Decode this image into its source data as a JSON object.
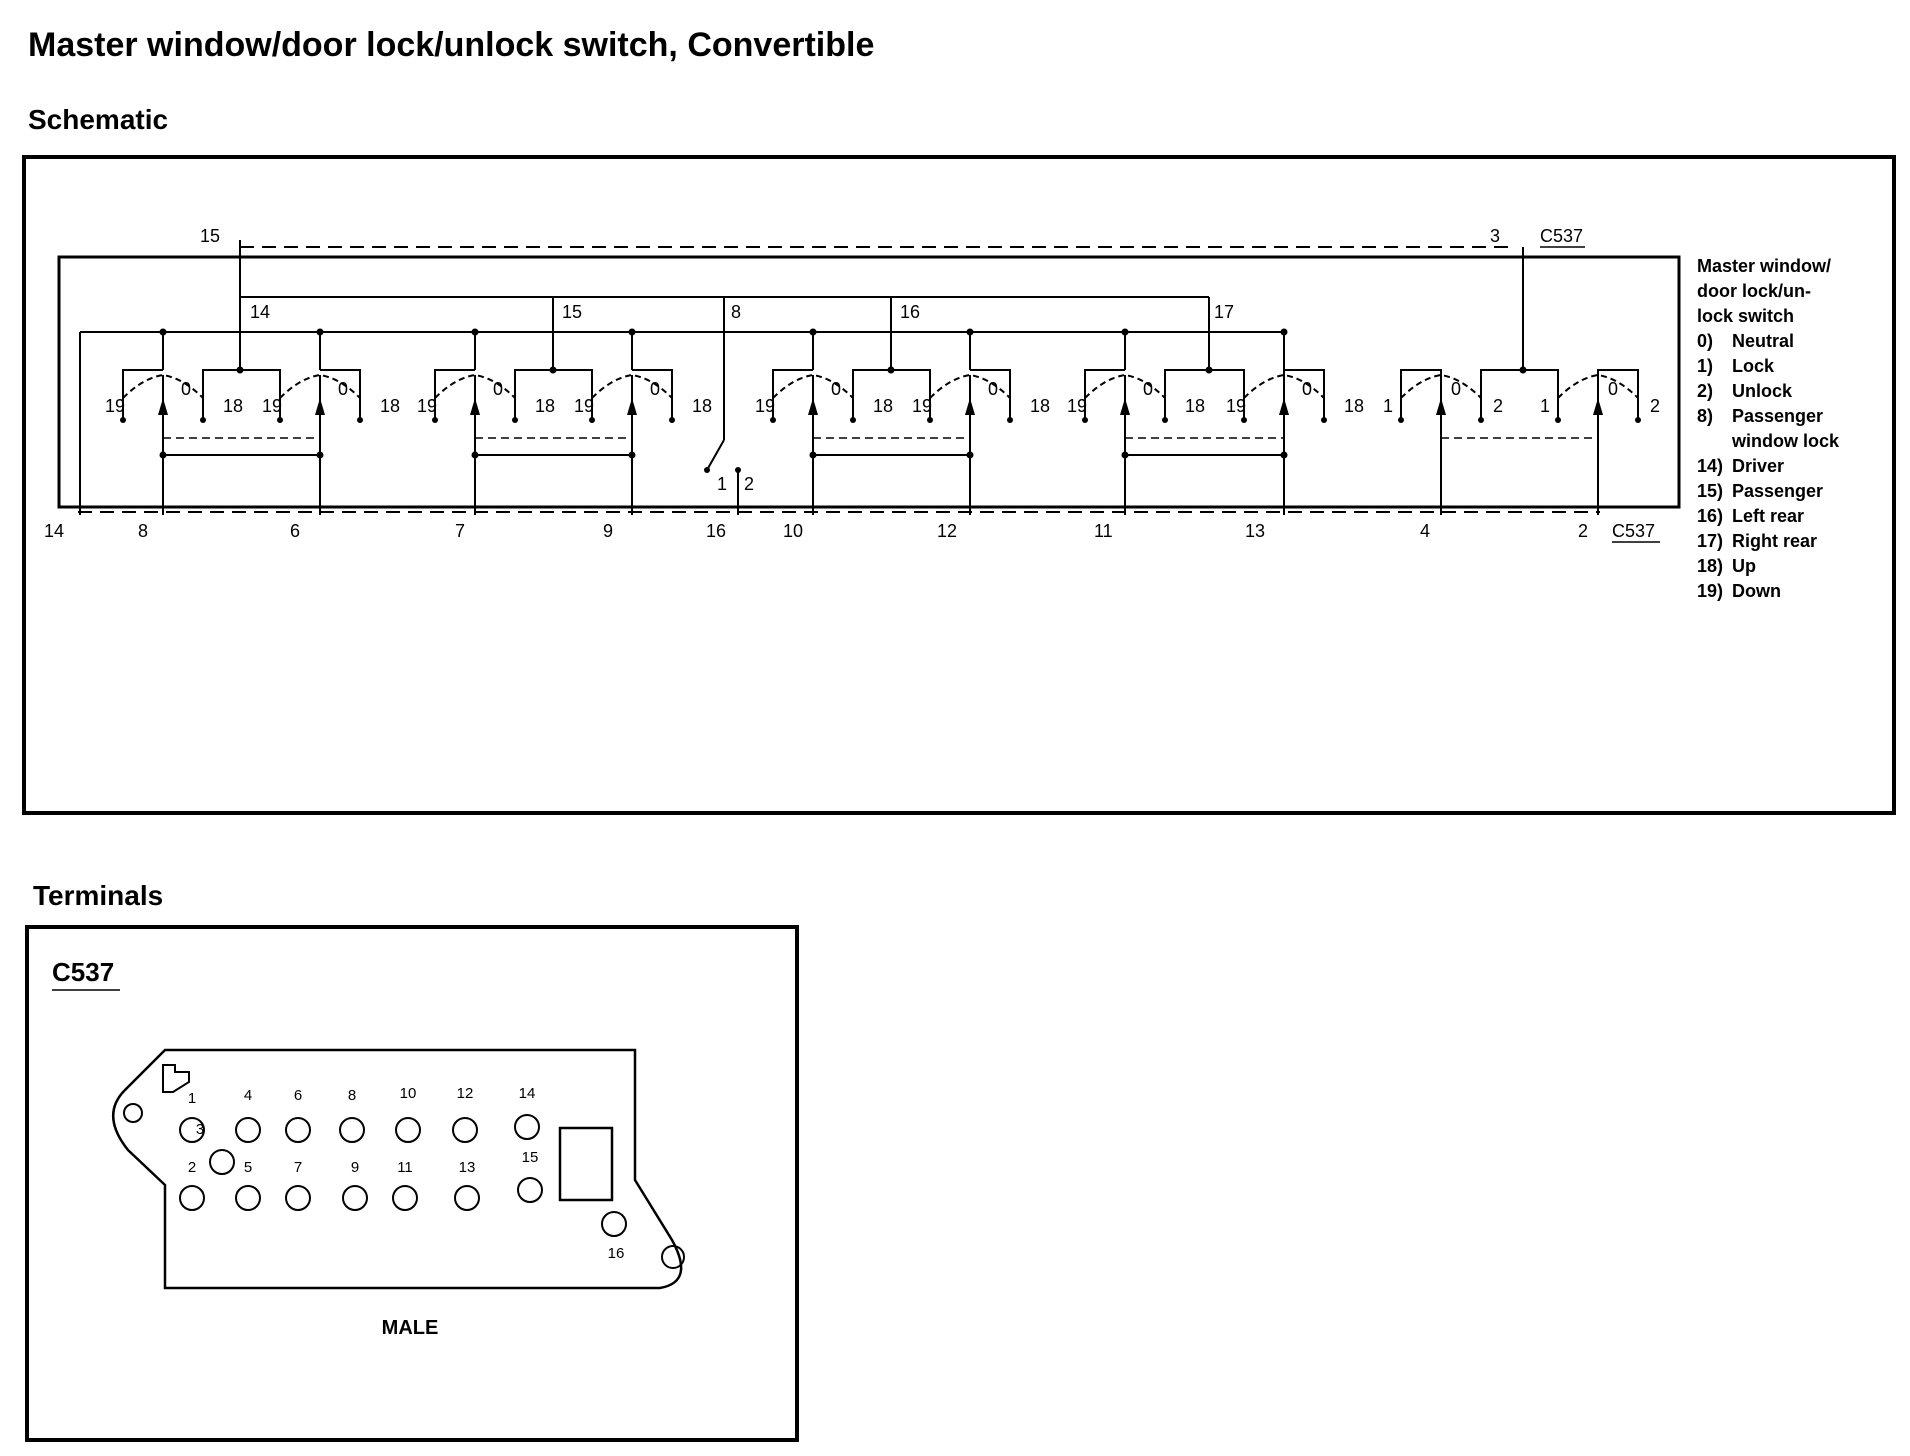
{
  "title": "Master window/door lock/unlock switch, Convertible",
  "schematic": {
    "heading": "Schematic",
    "connector": "C537",
    "top_labels": [
      "15",
      "3"
    ],
    "bus_labels": [
      "14",
      "15",
      "8",
      "16",
      "17"
    ],
    "switch_position_labels": {
      "window": [
        "19",
        "0",
        "18"
      ],
      "lock": [
        "1",
        "0",
        "2"
      ],
      "passenger_lock": [
        "1",
        "2"
      ]
    },
    "bottom_pins": [
      "14",
      "8",
      "6",
      "7",
      "9",
      "16",
      "10",
      "12",
      "11",
      "13",
      "4",
      "2"
    ],
    "legend_title": [
      "Master window/",
      "door lock/un-",
      "lock switch"
    ],
    "legend": [
      {
        "num": "0)",
        "text": "Neutral"
      },
      {
        "num": "1)",
        "text": "Lock"
      },
      {
        "num": "2)",
        "text": "Unlock"
      },
      {
        "num": "8)",
        "text": "Passenger",
        "text2": "window lock"
      },
      {
        "num": "14)",
        "text": "Driver"
      },
      {
        "num": "15)",
        "text": "Passenger"
      },
      {
        "num": "16)",
        "text": "Left rear"
      },
      {
        "num": "17)",
        "text": "Right rear"
      },
      {
        "num": "18)",
        "text": "Up"
      },
      {
        "num": "19)",
        "text": "Down"
      }
    ]
  },
  "terminals": {
    "heading": "Terminals",
    "connector": "C537",
    "gender": "MALE",
    "pins": [
      "1",
      "2",
      "3",
      "4",
      "5",
      "6",
      "7",
      "8",
      "9",
      "10",
      "11",
      "12",
      "13",
      "14",
      "15",
      "16"
    ]
  }
}
